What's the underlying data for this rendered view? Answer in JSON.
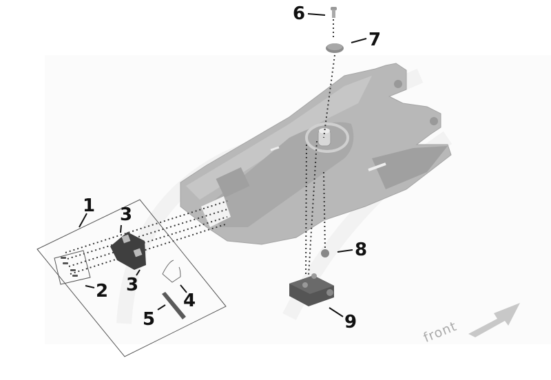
{
  "diagram": {
    "type": "exploded-parts-diagram",
    "subject": "rear fender assembly",
    "callouts": [
      {
        "id": "1",
        "label": "1"
      },
      {
        "id": "2",
        "label": "2"
      },
      {
        "id": "3a",
        "label": "3"
      },
      {
        "id": "3b",
        "label": "3"
      },
      {
        "id": "4",
        "label": "4"
      },
      {
        "id": "5",
        "label": "5"
      },
      {
        "id": "6",
        "label": "6"
      },
      {
        "id": "7",
        "label": "7"
      },
      {
        "id": "8",
        "label": "8"
      },
      {
        "id": "9",
        "label": "9"
      }
    ],
    "direction_indicator": {
      "label": "front"
    },
    "colors": {
      "part_body": "#b4b4b4",
      "part_dark": "#555555",
      "label_text": "#111111",
      "arrow": "#c8c8c8"
    }
  }
}
